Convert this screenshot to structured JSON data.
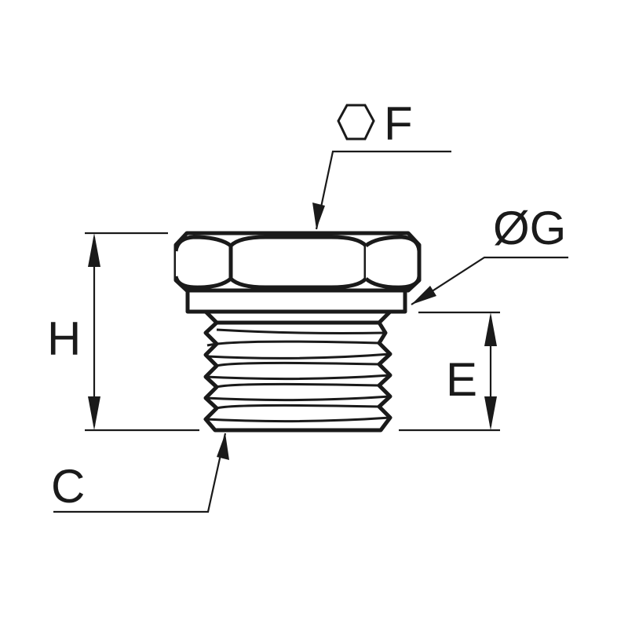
{
  "labels": {
    "hex_size": "F",
    "diameter": "ØG",
    "height_total": "H",
    "thread_length": "E",
    "thread": "C"
  },
  "icons": {
    "hex_symbol": "hexagon-icon"
  },
  "colors": {
    "line": "#1a1a1a",
    "background": "#ffffff"
  }
}
